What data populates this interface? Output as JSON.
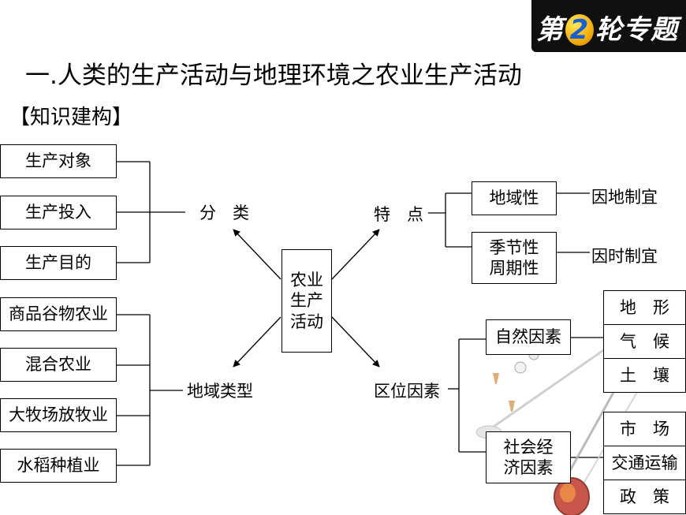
{
  "badge": {
    "pre": "第",
    "num": "2",
    "post": "轮专题"
  },
  "title": "一.人类的生产活动与地理环境之农业生产活动",
  "subtitle": "【知识建构】",
  "center": {
    "line1": "农业",
    "line2": "生产",
    "line3": "活动"
  },
  "classification": {
    "label": "分　类",
    "items": [
      "生产对象",
      "生产投入",
      "生产目的"
    ]
  },
  "regional_types": {
    "label": "地域类型",
    "items": [
      "商品谷物农业",
      "混合农业",
      "大牧场放牧业",
      "水稻种植业"
    ]
  },
  "characteristics": {
    "label": "特　点",
    "regional": "地域性",
    "regional_note": "因地制宜",
    "seasonal_line1": "季节性",
    "seasonal_line2": "周期性",
    "seasonal_note": "因时制宜"
  },
  "location_factors": {
    "label": "区位因素",
    "natural": "自然因素",
    "natural_items": [
      "地　形",
      "气　候",
      "土　壤"
    ],
    "socioeconomic_line1": "社会经",
    "socioeconomic_line2": "济因素",
    "socioeconomic_items": [
      "市　场",
      "交通运输",
      "政　策"
    ]
  }
}
